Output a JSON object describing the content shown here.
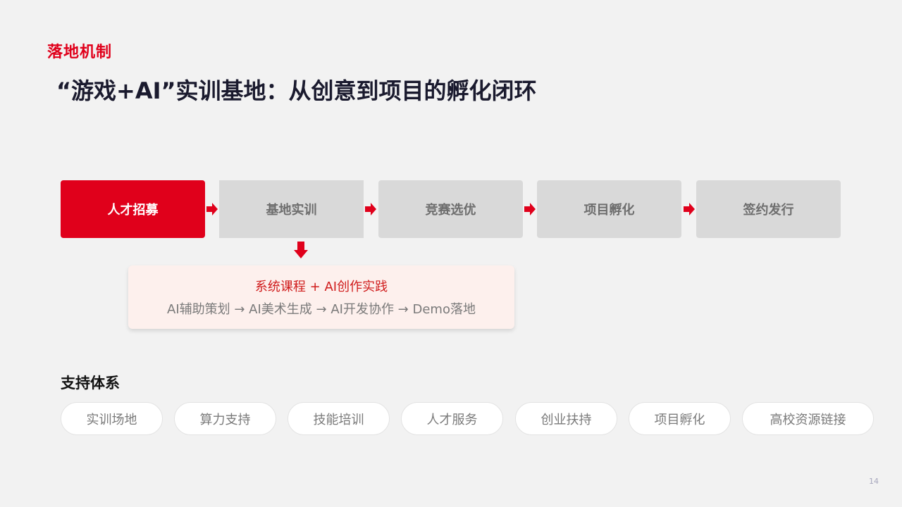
{
  "header": {
    "section_tag": "落地机制",
    "title": "“游戏+AI”实训基地：从创意到项目的孵化闭环"
  },
  "flow": {
    "steps": [
      {
        "label": "人才招募",
        "active": true
      },
      {
        "label": "基地实训",
        "active": false
      },
      {
        "label": "竞赛选优",
        "active": false
      },
      {
        "label": "项目孵化",
        "active": false
      },
      {
        "label": "签约发行",
        "active": false
      }
    ],
    "arrow_icon": "arrow-right-icon",
    "down_arrow_icon": "arrow-down-icon"
  },
  "detail": {
    "title": "系统课程 + AI创作实践",
    "subtitle": "AI辅助策划 → AI美术生成 → AI开发协作 → Demo落地"
  },
  "support": {
    "title": "支持体系",
    "items": [
      "实训场地",
      "算力支持",
      "技能培训",
      "人才服务",
      "创业扶持",
      "项目孵化",
      "高校资源链接"
    ]
  },
  "page_number": "14",
  "colors": {
    "accent": "#e0001b",
    "step_inactive": "#d9d9d9",
    "card_bg": "#fdf0ed",
    "background": "#f2f2f2"
  }
}
